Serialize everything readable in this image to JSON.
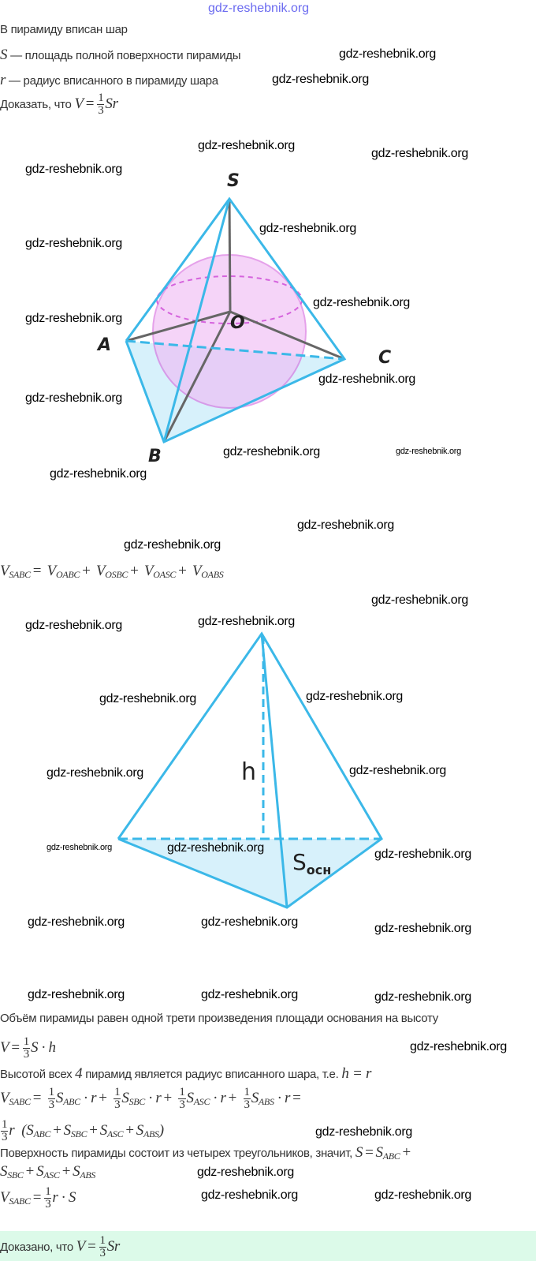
{
  "header": {
    "watermark": "gdz-reshebnik.org"
  },
  "problem": {
    "line1": "В пирамиду вписан шар",
    "line2_var": "S",
    "line2_text": "— площадь полной поверхности пирамиды",
    "line3_var": "r",
    "line3_text": "— радиус вписанного в пирамиду шара",
    "line4_text": "Доказать, что",
    "line4_formula": {
      "lhs": "V",
      "eq": "=",
      "num": "1",
      "den": "3",
      "rest": "Sr"
    }
  },
  "figure1": {
    "labels": {
      "apex": "S",
      "a": "A",
      "b": "B",
      "c": "C",
      "center": "O"
    }
  },
  "volume_sum": {
    "lhs": "V",
    "lhs_sub": "SABC",
    "terms": [
      {
        "v": "V",
        "sub": "OABC"
      },
      {
        "v": "V",
        "sub": "OSBC"
      },
      {
        "v": "V",
        "sub": "OASC"
      },
      {
        "v": "V",
        "sub": "OABS"
      }
    ]
  },
  "figure2": {
    "labels": {
      "height": "h",
      "base": "S",
      "base_sub": "осн"
    }
  },
  "solution": {
    "s1": "Объём пирамиды равен одной трети произведения площади основания на высоту",
    "s2": {
      "lhs": "V",
      "num": "1",
      "den": "3",
      "rest": "S · h"
    },
    "s3_text": "Высотой всех",
    "s3_num": "4",
    "s3_text2": "пирамид является радиус вписанного шара, т.е.",
    "s3_formula": "h = r",
    "s4": {
      "lhs": "V",
      "lhs_sub": "SABC",
      "terms": [
        {
          "sub": "ABC"
        },
        {
          "sub": "SBC"
        },
        {
          "sub": "ASC"
        },
        {
          "sub": "ABS"
        }
      ],
      "factor": "· r",
      "num": "1",
      "den": "3"
    },
    "s5": {
      "num": "1",
      "den": "3",
      "r": "r",
      "subs": [
        "ABC",
        "SBC",
        "ASC",
        "ABS"
      ]
    },
    "s6_text": "Поверхность пирамиды состоит из четырех треугольников, значит,",
    "s6_formula": {
      "lhs": "S",
      "first_sub": "ABC"
    },
    "s7_subs": [
      "SBC",
      "ASC",
      "ABS"
    ],
    "s8": {
      "lhs": "V",
      "lhs_sub": "SABC",
      "num": "1",
      "den": "3",
      "rest": "r  · S"
    },
    "conclusion_text": "Доказано, что",
    "conclusion_formula": {
      "lhs": "V",
      "num": "1",
      "den": "3",
      "rest": "Sr"
    }
  },
  "watermarks": [
    "gdz-reshebnik.org"
  ],
  "colors": {
    "edge": "#3bb8e8",
    "sphere": "#e27ce8",
    "done_bg": "#dcfae9"
  }
}
